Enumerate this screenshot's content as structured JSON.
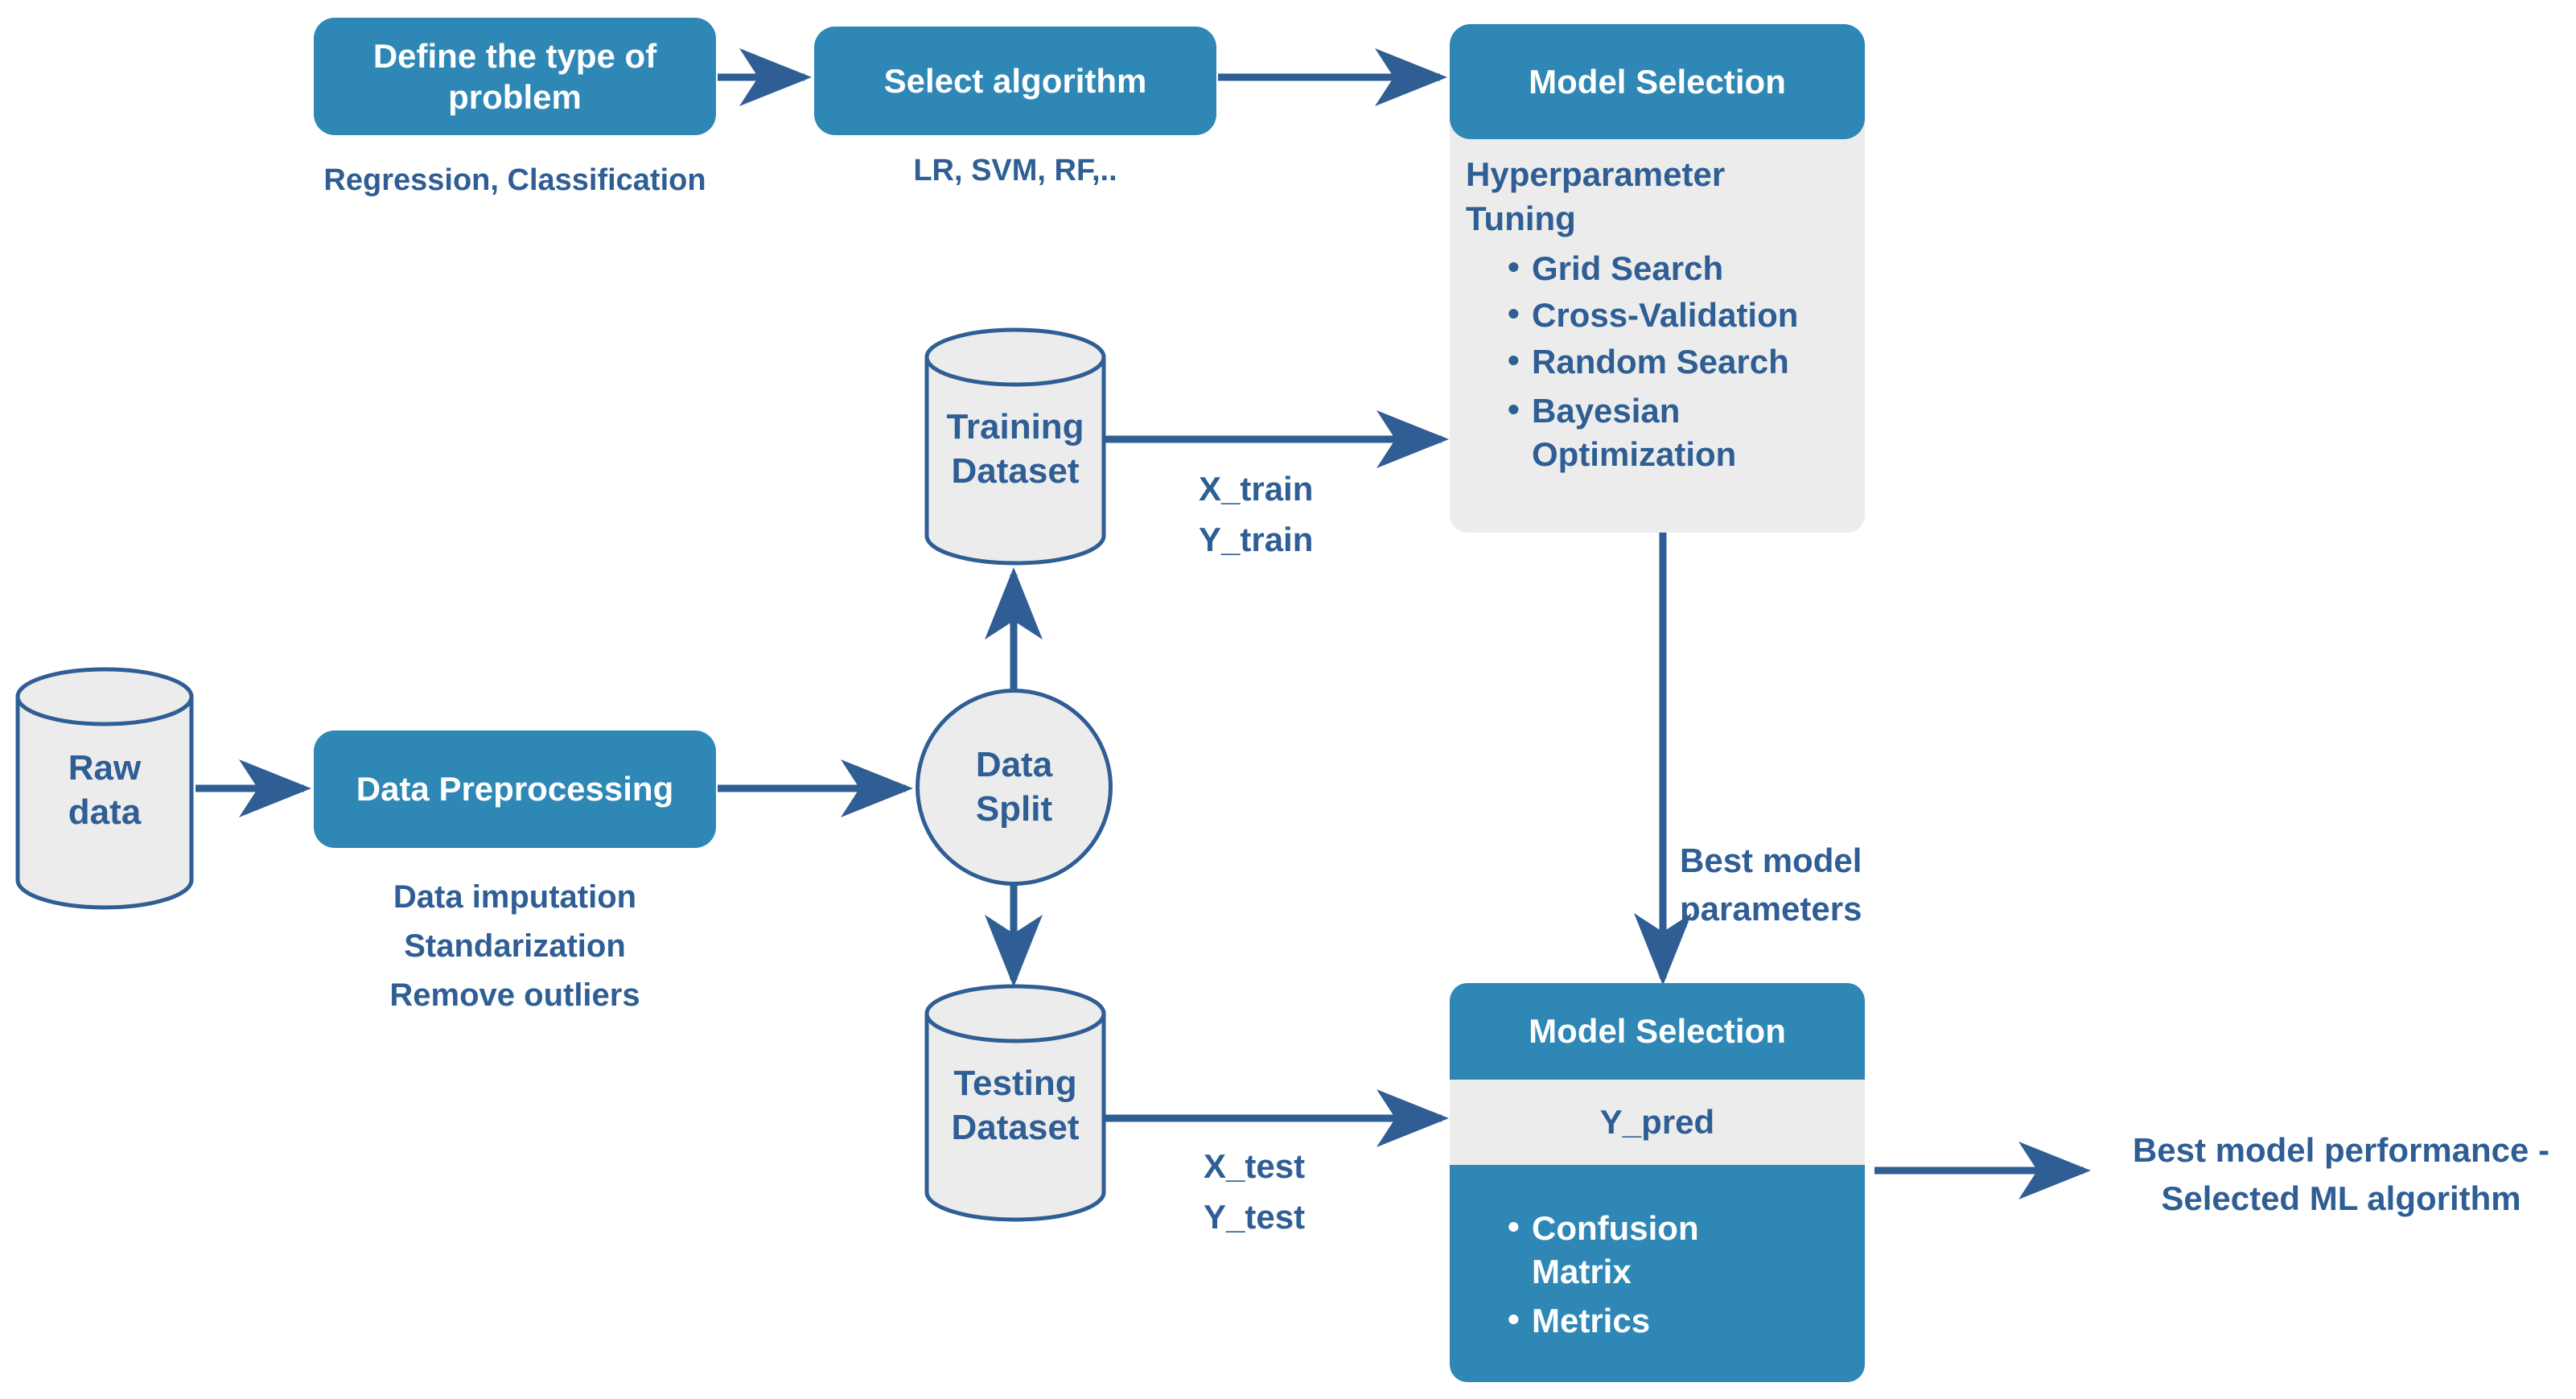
{
  "diagram": {
    "title": "Machine Learning Workflow",
    "colors": {
      "accent_blue": "#2E87B5",
      "text_blue": "#2E5E94",
      "panel_gray": "#ECECEC",
      "arrow": "#2E5E94",
      "white": "#FFFFFF"
    }
  },
  "nodes": {
    "define_problem": {
      "label": "Define the type of problem"
    },
    "define_problem_caption": {
      "label": "Regression, Classification"
    },
    "select_algorithm": {
      "label": "Select algorithm"
    },
    "select_algorithm_caption": {
      "label": "LR, SVM, RF,.."
    },
    "model_selection_top": {
      "label": "Model Selection",
      "panel_heading": "Hyperparameter Tuning",
      "panel_items": [
        "Grid Search",
        "Cross-Validation",
        "Random Search",
        "Bayesian Optimization"
      ]
    },
    "raw_data": {
      "line1": "Raw",
      "line2": "data"
    },
    "data_preprocessing": {
      "label": "Data Preprocessing",
      "caption_lines": [
        "Data imputation",
        "Standarization",
        "Remove outliers"
      ]
    },
    "data_split": {
      "line1": "Data",
      "line2": "Split"
    },
    "training_dataset": {
      "line1": "Training",
      "line2": "Dataset"
    },
    "testing_dataset": {
      "line1": "Testing",
      "line2": "Dataset"
    },
    "model_selection_bottom": {
      "label": "Model Selection",
      "y_pred": "Y_pred",
      "items": [
        "Confusion Matrix",
        "Metrics"
      ]
    }
  },
  "edge_labels": {
    "train_split": {
      "line1": "X_train",
      "line2": "Y_train"
    },
    "test_split": {
      "line1": "X_test",
      "line2": "Y_test"
    },
    "best_params": {
      "line1": "Best model",
      "line2": "parameters"
    },
    "final_output": {
      "line1": "Best model performance -",
      "line2": "Selected ML algorithm"
    }
  }
}
